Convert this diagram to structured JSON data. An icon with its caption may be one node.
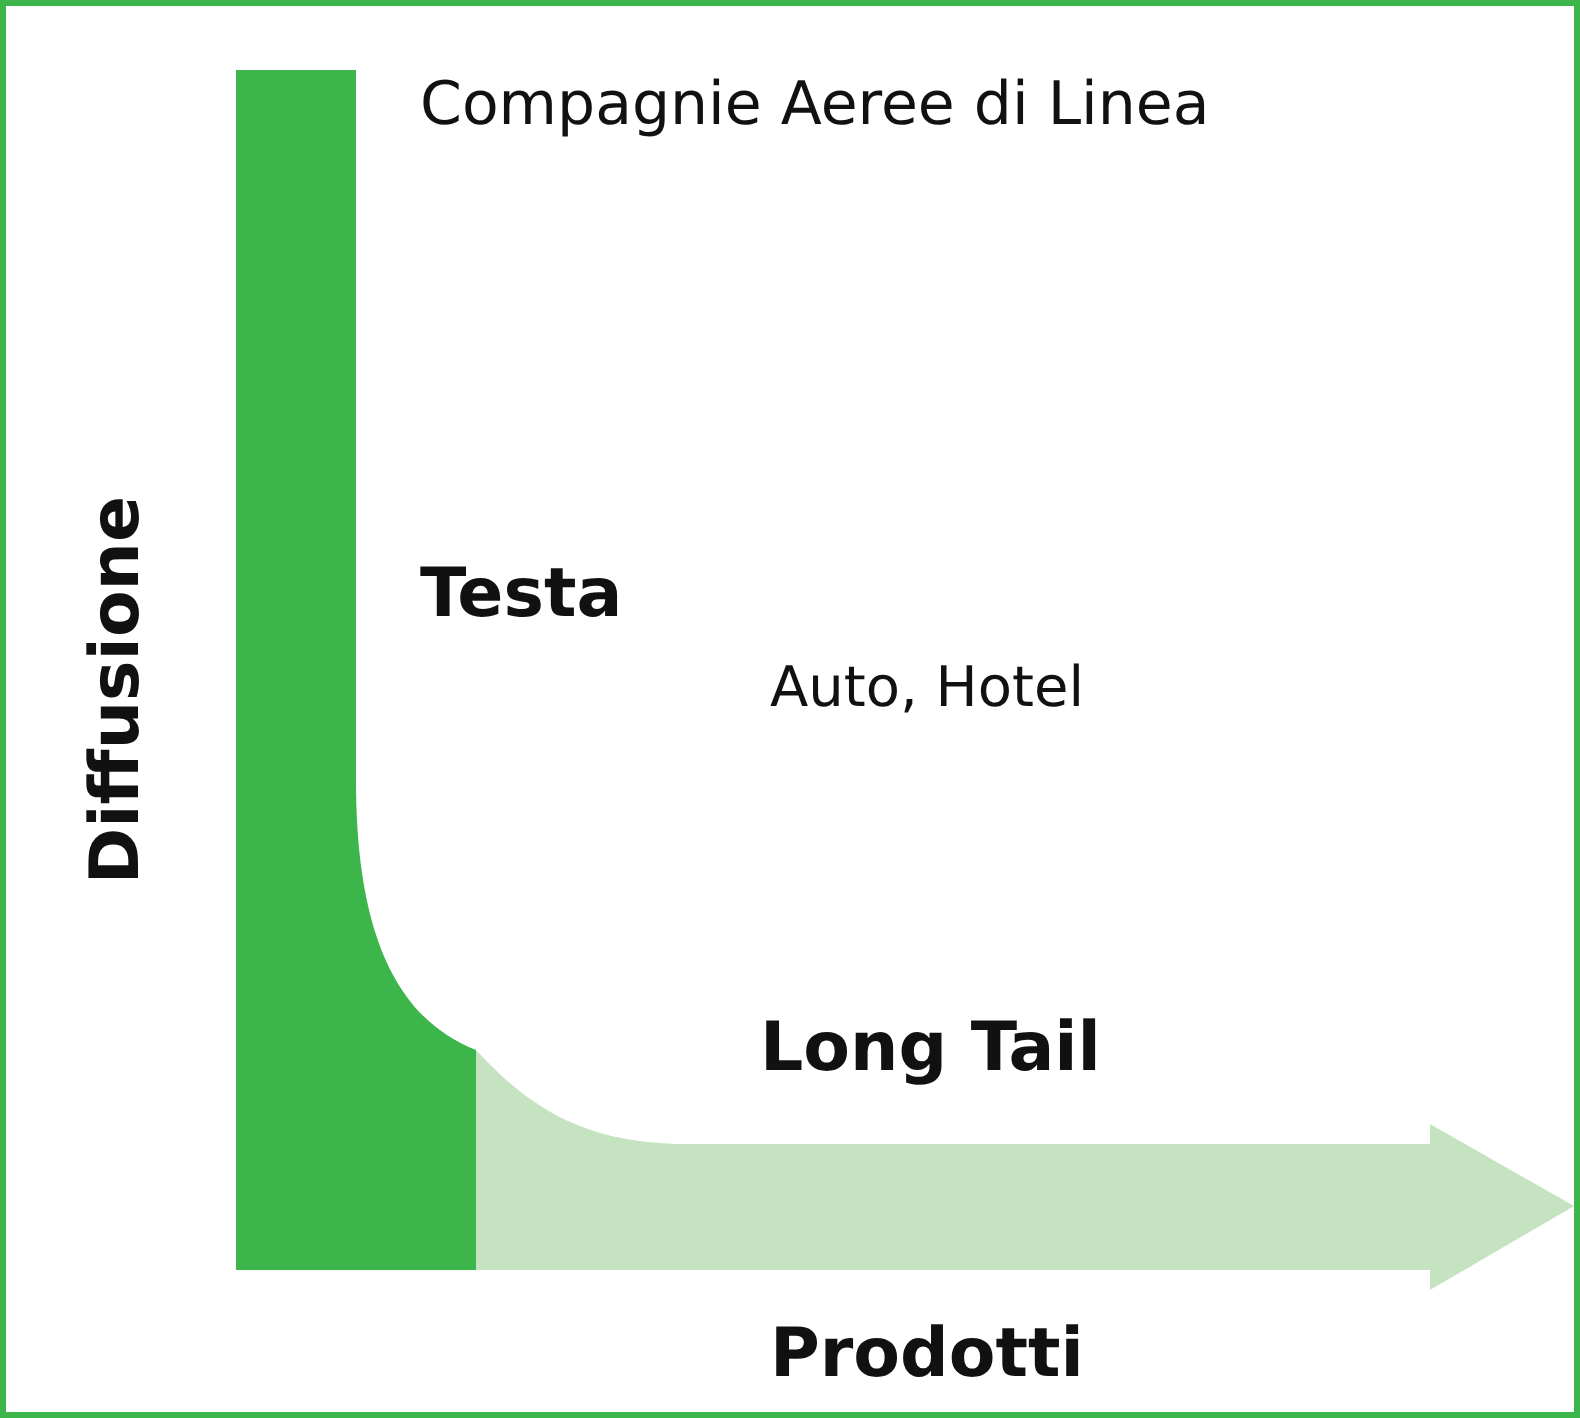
{
  "diagram": {
    "labels": [
      "Compagnie Aeree di Linea",
      "Diffusione",
      "Testa",
      "Auto, Hotel",
      "Long Tail",
      "Prodotti"
    ]
  }
}
